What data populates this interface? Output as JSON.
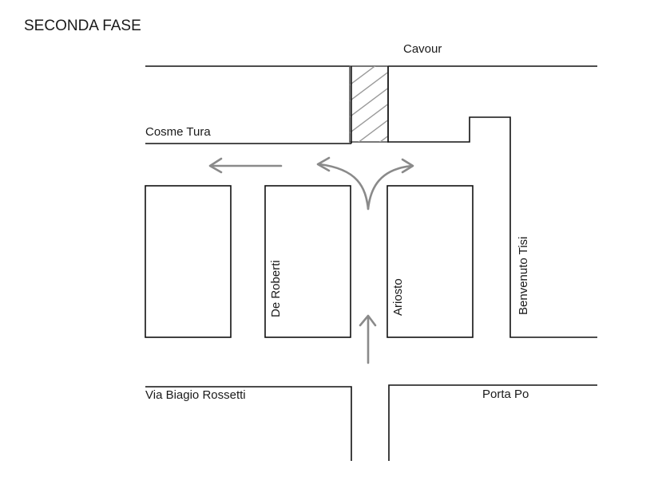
{
  "title": "SECONDA FASE",
  "streets": {
    "top": "Cavour",
    "left_road": "Cosme Tura",
    "block_de_roberti": "De Roberti",
    "block_ariosto": "Ariosto",
    "right_road": "Benvenuto Tisi",
    "bottom_left": "Via Biagio Rossetti",
    "bottom_right": "Porta Po"
  },
  "colors": {
    "lines": "#111111",
    "arrows": "#8a8a8a",
    "hatch": "#9a9a9a"
  }
}
